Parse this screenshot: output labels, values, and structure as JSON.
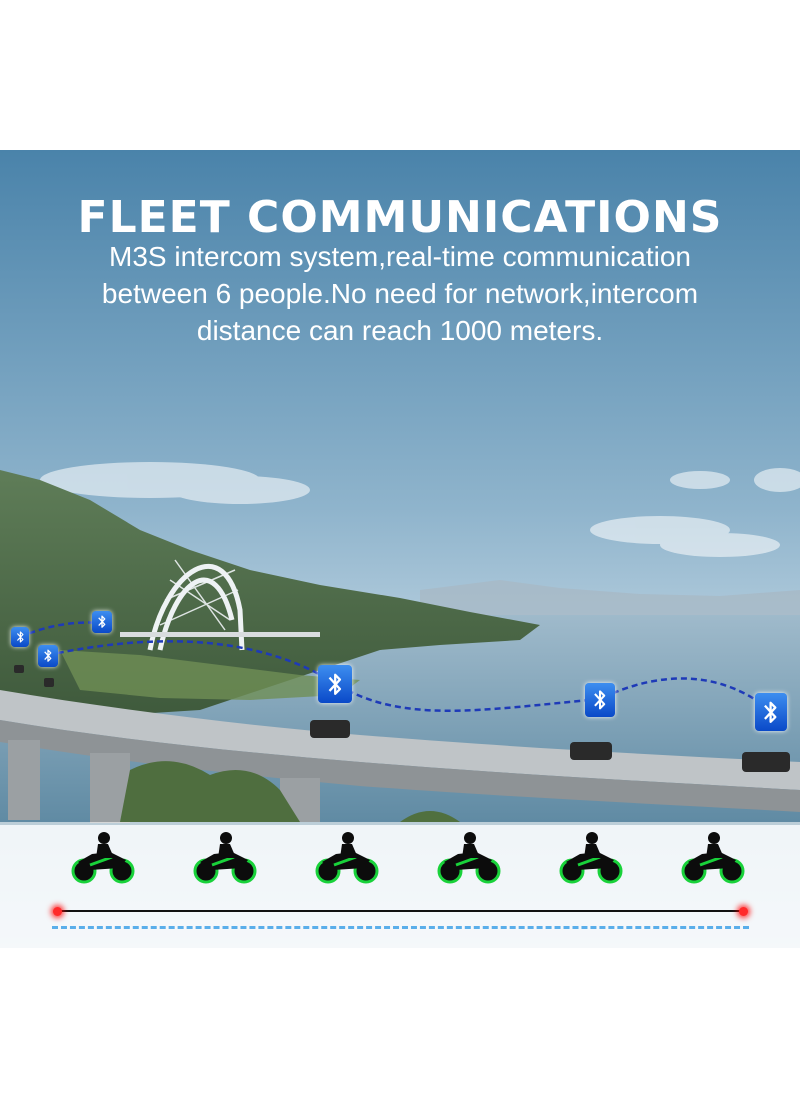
{
  "banner": {
    "title": "FLEET COMMUNICATIONS",
    "description_lines": [
      "M3S intercom system,real-time communication",
      "between 6 people.No need for network,intercom",
      "distance can reach 1000 meters."
    ]
  },
  "colors": {
    "sky_top": "#4f87ad",
    "sky_bottom": "#d6e4ee",
    "water": "#7fa3b8",
    "bluetooth_badge": "#1a5fd8",
    "signal_wave": "#1e3ab8",
    "rider_accent": "#19d23a",
    "range_endpoint": "#ff2a2a",
    "dashed_range": "#5aaeea"
  },
  "icons": [
    "bluetooth-icon",
    "motorcycle-rider-icon"
  ],
  "bluetooth_node_count": 6,
  "rider_count": 6
}
